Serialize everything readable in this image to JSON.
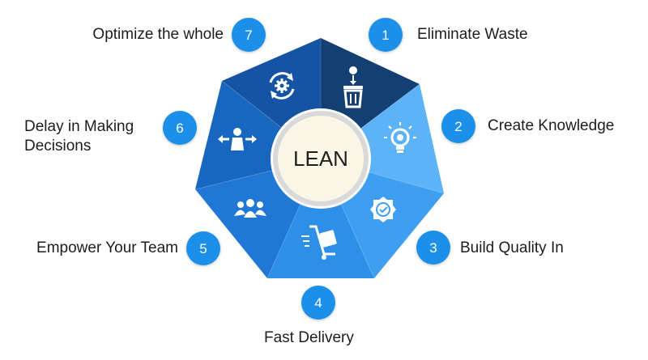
{
  "center": {
    "title": "LEAN"
  },
  "colors": {
    "badge": "#1a8fe8",
    "segment_1": "#143f73",
    "segment_2": "#5cb3f7",
    "segment_3": "#3e9ff0",
    "segment_4": "#2d8fe8",
    "segment_5": "#1f78d6",
    "segment_6": "#1766c0",
    "segment_7": "#1554a4",
    "center_fill": "#fbf7e6",
    "center_ring": "#d9d9d9"
  },
  "principles": [
    {
      "number": "1",
      "label": "Eliminate Waste",
      "icon": "trash-icon"
    },
    {
      "number": "2",
      "label": "Create Knowledge",
      "icon": "lightbulb-icon"
    },
    {
      "number": "3",
      "label": "Build Quality In",
      "icon": "quality-badge-icon"
    },
    {
      "number": "4",
      "label": "Fast Delivery",
      "icon": "delivery-trolley-icon"
    },
    {
      "number": "5",
      "label": "Empower Your Team",
      "icon": "team-icon"
    },
    {
      "number": "6",
      "label_line1": "Delay in Making",
      "label_line2": "Decisions",
      "icon": "decision-arrows-icon"
    },
    {
      "number": "7",
      "label": "Optimize the whole",
      "icon": "optimize-cycle-icon"
    }
  ]
}
